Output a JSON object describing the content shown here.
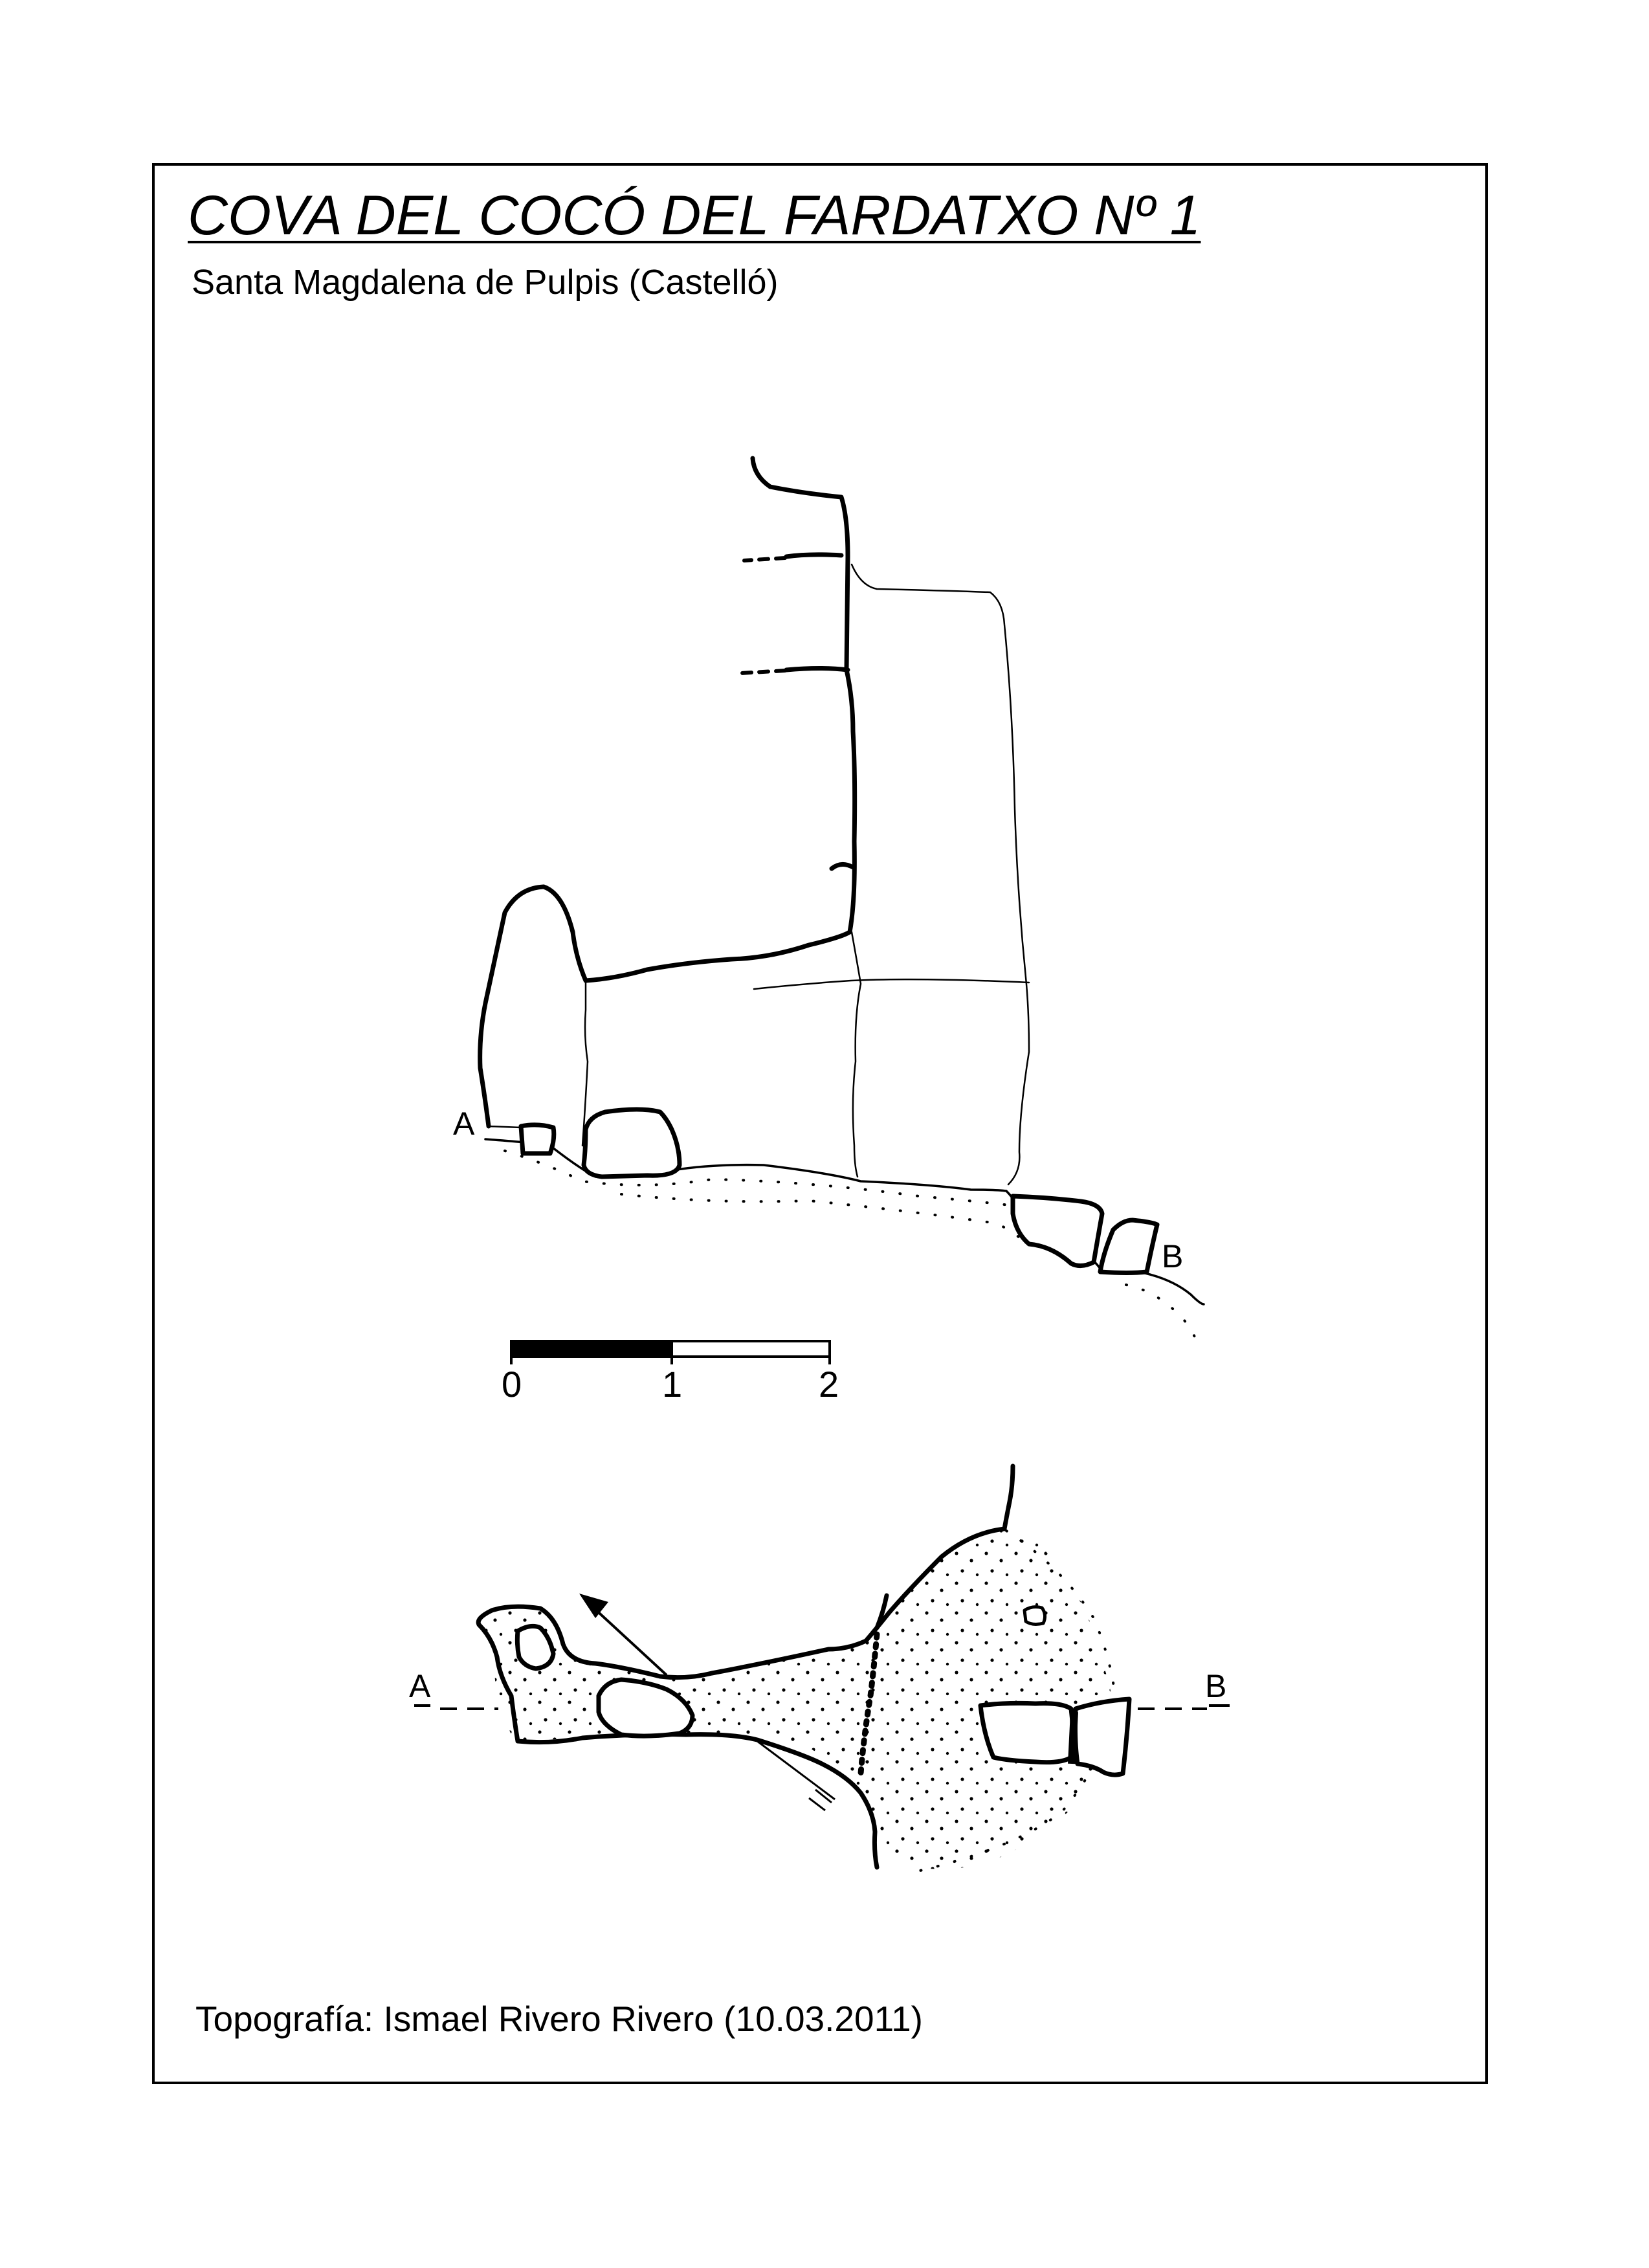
{
  "title": "COVA DEL COCÓ DEL FARDATXO  Nº 1",
  "subtitle": "Santa Magdalena de Pulpis (Castelló)",
  "credit": "Topografía: Ismael Rivero Rivero (10.03.2011)",
  "section": {
    "label_a": "A",
    "label_b": "B"
  },
  "scale_bar": {
    "ticks": [
      "0",
      "1",
      "2"
    ]
  },
  "plan": {
    "label_a": "A",
    "label_b": "B"
  }
}
